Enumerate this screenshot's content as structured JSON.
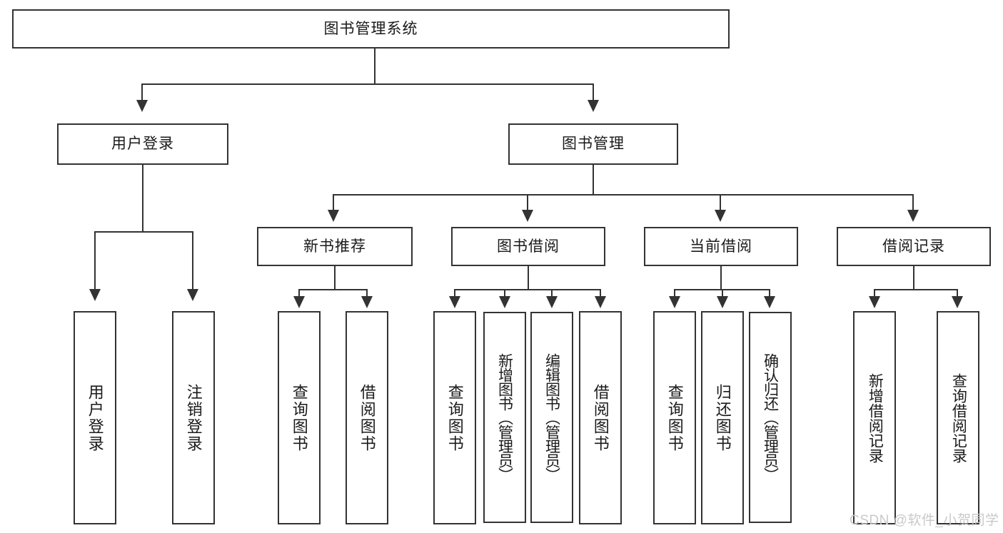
{
  "diagram": {
    "title": "图书管理系统",
    "type": "function-structure-tree",
    "root": {
      "label": "图书管理系统"
    },
    "level1": [
      {
        "label": "用户登录"
      },
      {
        "label": "图书管理"
      }
    ],
    "level2": [
      {
        "label": "新书推荐"
      },
      {
        "label": "图书借阅"
      },
      {
        "label": "当前借阅"
      },
      {
        "label": "借阅记录"
      }
    ],
    "leaves": {
      "user_login": [
        {
          "label": "用户登录"
        },
        {
          "label": "注销登录"
        }
      ],
      "new_book_recommend": [
        {
          "label": "查询图书"
        },
        {
          "label": "借阅图书"
        }
      ],
      "book_borrow": [
        {
          "label": "查询图书"
        },
        {
          "label": "新增图书（管理员）"
        },
        {
          "label": "编辑图书（管理员）"
        },
        {
          "label": "借阅图书"
        }
      ],
      "current_borrow": [
        {
          "label": "查询图书"
        },
        {
          "label": "归还图书"
        },
        {
          "label": "确认归还（管理员）"
        }
      ],
      "borrow_record": [
        {
          "label": "新增借阅记录"
        },
        {
          "label": "查询借阅记录"
        }
      ]
    }
  },
  "watermark": {
    "text": "CSDN @软件_小贺同学"
  },
  "colors": {
    "border": "#333333",
    "text": "#1a1a1a",
    "background": "#ffffff",
    "watermark": "#c9c9c9"
  }
}
